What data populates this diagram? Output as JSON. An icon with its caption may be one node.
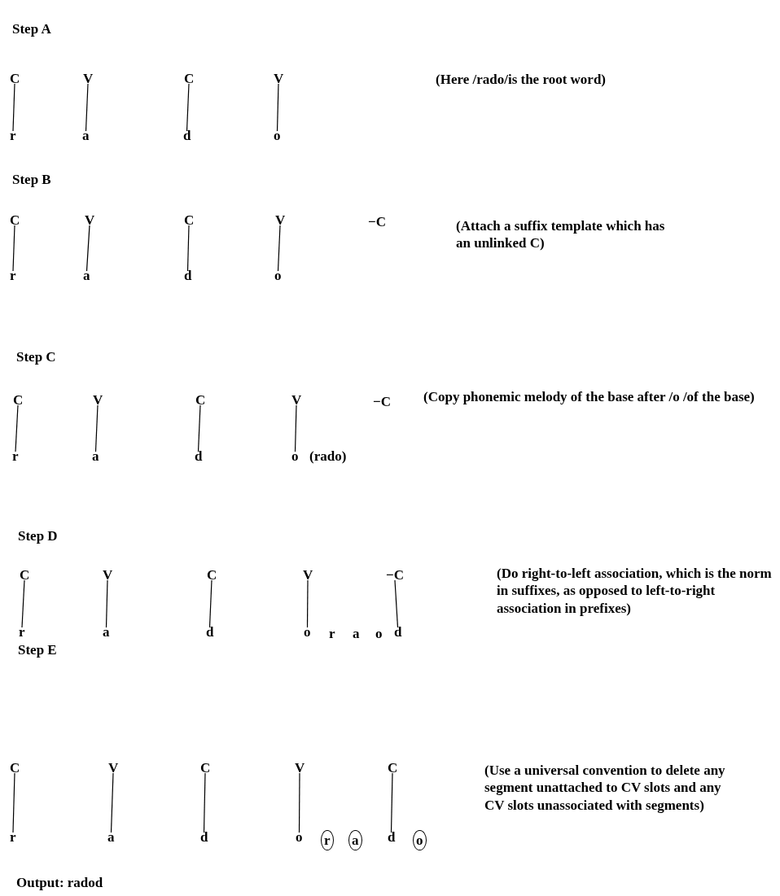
{
  "diagram": {
    "nodes": [
      {
        "text": [
          "C"
        ]
      },
      {
        "text": [
          "V"
        ]
      },
      {
        "text": [
          "C"
        ]
      },
      {
        "text": [
          "V"
        ]
      },
      {
        "text": [
          "r"
        ]
      },
      {
        "text": [
          "a"
        ]
      },
      {
        "text": [
          "d"
        ]
      },
      {
        "text": [
          "o"
        ]
      },
      {
        "text": [
          "C"
        ]
      },
      {
        "text": [
          "V"
        ]
      },
      {
        "text": [
          "C"
        ]
      },
      {
        "text": [
          "V"
        ]
      },
      {
        "text": [
          "r"
        ]
      },
      {
        "text": [
          "a"
        ]
      },
      {
        "text": [
          "d"
        ]
      },
      {
        "text": [
          "o"
        ]
      },
      {
        "text": [
          "C"
        ]
      },
      {
        "text": [
          "V"
        ]
      },
      {
        "text": [
          "C"
        ]
      },
      {
        "text": [
          "V"
        ]
      },
      {
        "text": [
          "r"
        ]
      },
      {
        "text": [
          "a"
        ]
      },
      {
        "text": [
          "d"
        ]
      },
      {
        "text": [
          "o"
        ]
      },
      {
        "text": [
          "C"
        ]
      },
      {
        "text": [
          "V"
        ]
      },
      {
        "text": [
          "C"
        ]
      },
      {
        "text": [
          "V"
        ]
      },
      {
        "text": [
          "−C"
        ]
      },
      {
        "text": [
          "r"
        ]
      },
      {
        "text": [
          "a"
        ]
      },
      {
        "text": [
          "d"
        ]
      },
      {
        "text": [
          "o"
        ]
      },
      {
        "text": [
          "d"
        ]
      },
      {
        "text": [
          "C"
        ]
      },
      {
        "text": [
          "V"
        ]
      },
      {
        "text": [
          "C"
        ]
      },
      {
        "text": [
          "V"
        ]
      },
      {
        "text": [
          "C"
        ]
      },
      {
        "text": [
          "r"
        ]
      },
      {
        "text": [
          "a"
        ]
      },
      {
        "text": [
          "d"
        ]
      },
      {
        "text": [
          "o"
        ]
      },
      {
        "text": [
          "r"
        ]
      },
      {
        "text": [
          "a"
        ]
      },
      {
        "text": [
          "d"
        ]
      },
      {
        "text": [
          "o"
        ]
      }
    ],
    "edges": [
      {
        "from": 0,
        "to": 4,
        "arrow": "none"
      },
      {
        "from": 1,
        "to": 5,
        "arrow": "none"
      },
      {
        "from": 2,
        "to": 6,
        "arrow": "none"
      },
      {
        "from": 3,
        "to": 7,
        "arrow": "none"
      },
      {
        "from": 8,
        "to": 12,
        "arrow": "none"
      },
      {
        "from": 9,
        "to": 13,
        "arrow": "none"
      },
      {
        "from": 10,
        "to": 14,
        "arrow": "none"
      },
      {
        "from": 11,
        "to": 15,
        "arrow": "none"
      },
      {
        "from": 16,
        "to": 20,
        "arrow": "none"
      },
      {
        "from": 17,
        "to": 21,
        "arrow": "none"
      },
      {
        "from": 18,
        "to": 22,
        "arrow": "none"
      },
      {
        "from": 19,
        "to": 23,
        "arrow": "none"
      },
      {
        "from": 24,
        "to": 29,
        "arrow": "none"
      },
      {
        "from": 25,
        "to": 30,
        "arrow": "none"
      },
      {
        "from": 26,
        "to": 31,
        "arrow": "none"
      },
      {
        "from": 27,
        "to": 32,
        "arrow": "none"
      },
      {
        "from": 28,
        "to": 33,
        "arrow": "none"
      },
      {
        "from": 34,
        "to": 39,
        "arrow": "none"
      },
      {
        "from": 35,
        "to": 40,
        "arrow": "none"
      },
      {
        "from": 36,
        "to": 41,
        "arrow": "none"
      },
      {
        "from": 37,
        "to": 42,
        "arrow": "none"
      },
      {
        "from": 38,
        "to": 45,
        "arrow": "none"
      }
    ],
    "labels": [
      "Step A",
      "(Here /rado/is the root word)",
      "Step B",
      "−C",
      "(Attach a suffix template which has an unlinked C)",
      "Step C",
      "−C",
      "(Copy phonemic melody of the base after /o /of the base)",
      "(rado)",
      "Step D",
      "(Do right-to-left association, which is the norm in suffixes, as opposed to left-to-right association in prefixes)",
      "r",
      "a",
      "o",
      "Step E",
      "(Use a universal convention to delete any segment unattached to CV slots and any CV slots unassociated with segments)",
      "Output: radod"
    ]
  }
}
